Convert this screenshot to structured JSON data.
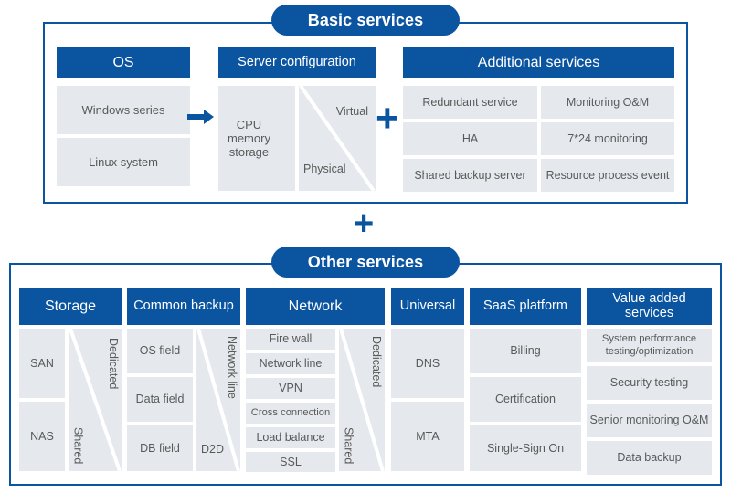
{
  "theme": {
    "brand_blue": "#0b54a0",
    "cell_gray": "#e5e9ed",
    "text_gray": "#595959",
    "page_background": "#ffffff"
  },
  "connectors": {
    "plus_top": "+",
    "plus_middle": "+",
    "arrow_icon": "arrow-right-icon"
  },
  "basic_services": {
    "title": "Basic services",
    "groups": [
      {
        "header": "OS",
        "items": [
          "Windows series",
          "Linux system"
        ]
      },
      {
        "header": "Server configuration",
        "items": [
          "CPU\nmemory\nstorage"
        ],
        "spec_block": "CPU memory storage",
        "split": {
          "top_right": "Virtual",
          "bottom_left": "Physical"
        }
      },
      {
        "header": "Additional services",
        "column_left": [
          "Redundant service",
          "HA",
          "Shared backup server"
        ],
        "column_right": [
          "Monitoring O&M",
          "7*24 monitoring",
          "Resource process event"
        ]
      }
    ]
  },
  "other_services": {
    "title": "Other services",
    "columns": [
      {
        "header": "Storage",
        "items": [
          "SAN",
          "NAS"
        ],
        "split": {
          "top_right": "Dedicated",
          "bottom_left": "Shared"
        }
      },
      {
        "header": "Common backup",
        "items": [
          "OS field",
          "Data field",
          "DB field"
        ],
        "split": {
          "top_right": "Network line",
          "bottom_left": "D2D"
        }
      },
      {
        "header": "Network",
        "items": [
          "Fire wall",
          "Network line",
          "VPN",
          "Cross connection",
          "Load balance",
          "SSL"
        ],
        "split": {
          "top_right": "Dedicated",
          "bottom_left": "Shared"
        }
      },
      {
        "header": "Universal",
        "items": [
          "DNS",
          "MTA"
        ]
      },
      {
        "header": "SaaS platform",
        "items": [
          "Billing",
          "Certification",
          "Single-Sign On"
        ]
      },
      {
        "header": "Value added services",
        "items": [
          "System performance testing/optimization",
          "Security testing",
          "Senior monitoring O&M",
          "Data backup"
        ]
      }
    ]
  }
}
